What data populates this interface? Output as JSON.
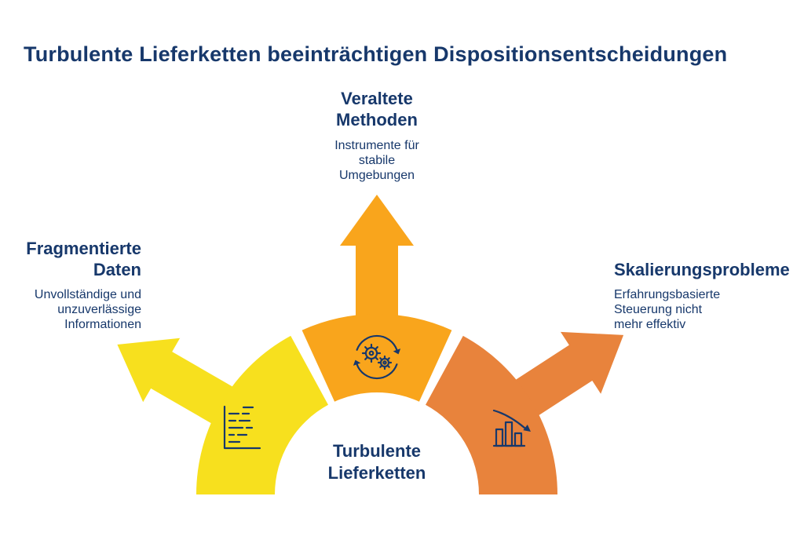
{
  "title": "Turbulente Lieferketten beeinträchtigen Dispositionsentscheidungen",
  "colors": {
    "navy": "#17386B",
    "yellow": "#F7E01E",
    "amber": "#F9A51C",
    "orange": "#E8833C",
    "background": "#FFFFFF"
  },
  "center": {
    "label": "Turbulente\nLieferketten"
  },
  "nodes": {
    "top": {
      "heading": "Veraltete\nMethoden",
      "description": "Instrumente für\nstabile\nUmgebungen",
      "icon": "gears-sync-icon",
      "color": "#F9A51C"
    },
    "left": {
      "heading": "Fragmentierte\nDaten",
      "description": "Unvollständige und\nunzuverlässige\nInformationen",
      "icon": "fragmented-data-icon",
      "color": "#F7E01E"
    },
    "right": {
      "heading": "Skalierungsprobleme",
      "description": "Erfahrungsbasierte\nSteuerung nicht\nmehr effektiv",
      "icon": "declining-chart-icon",
      "color": "#E8833C"
    }
  }
}
